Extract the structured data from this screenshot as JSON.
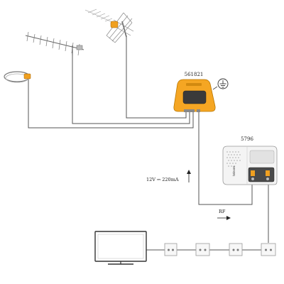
{
  "components": {
    "amplifier_model": "561821",
    "power_supply_model": "5796",
    "power_supply_brand": "televes"
  },
  "annotations": {
    "supply_rating": "12V ⎓ 220mA",
    "rf_label": "RF"
  },
  "icons": {
    "ground": "ground-icon",
    "uhf_antenna": "uhf-panel-antenna-icon",
    "yagi_antenna": "yagi-antenna-icon",
    "fm_antenna": "fm-ring-antenna-icon",
    "tv": "tv-icon",
    "outlet": "wall-outlet-icon"
  },
  "colors": {
    "amplifier_body": "#f5a623",
    "accent": "#f0a020",
    "wire": "#555555"
  }
}
